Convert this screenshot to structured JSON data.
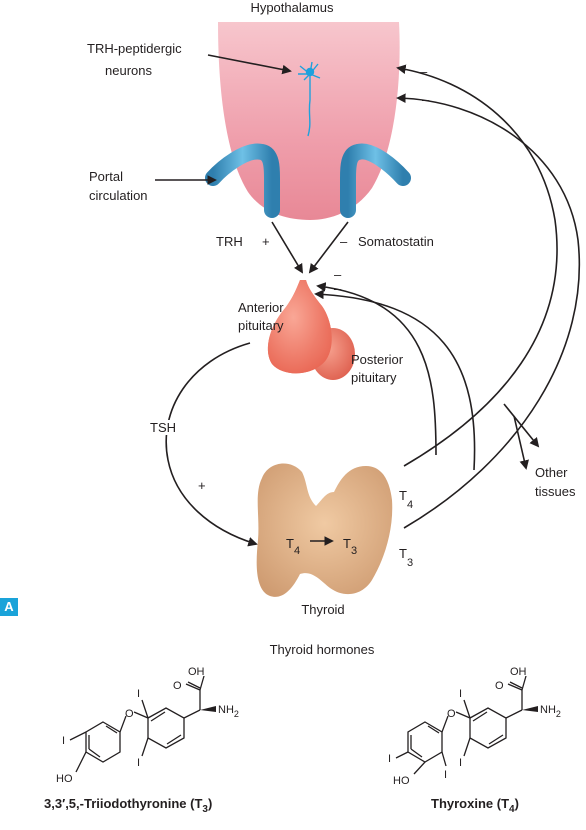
{
  "labels": {
    "hypothalamus": "Hypothalamus",
    "trh_neurons_1": "TRH-peptidergic",
    "trh_neurons_2": "neurons",
    "portal_1": "Portal",
    "portal_2": "circulation",
    "trh": "TRH",
    "plus_trh": "+",
    "minus_somato": "–",
    "somatostatin": "Somatostatin",
    "anterior_1": "Anterior",
    "anterior_2": "pituitary",
    "posterior_1": "Posterior",
    "posterior_2": "pituitary",
    "tsh": "TSH",
    "plus_tsh": "+",
    "t4_out": "T",
    "t4_out_sub": "4",
    "t3_out": "T",
    "t3_out_sub": "3",
    "other_1": "Other",
    "other_2": "tissues",
    "thyroid": "Thyroid",
    "t4_in": "T",
    "t4_in_sub": "4",
    "t3_in": "T",
    "t3_in_sub": "3",
    "minus_hyp_1": "–",
    "minus_hyp_2": "–",
    "minus_pit_1": "–",
    "minus_pit_2": "–",
    "panel": "A",
    "hormones_title": "Thyroid hormones"
  },
  "molecules": {
    "t3": {
      "name": "3,3′,5,-Triiodothyronine (T",
      "name_sub": "3",
      "name_end": ")",
      "oh": "OH",
      "o_acid": "O",
      "nh2": "NH",
      "nh2_sub": "2",
      "i_top": "I",
      "i_bottom": "I",
      "o_ether": "O",
      "i_left": "I",
      "ho": "HO"
    },
    "t4": {
      "name": "Thyroxine (T",
      "name_sub": "4",
      "name_end": ")",
      "oh": "OH",
      "o_acid": "O",
      "nh2": "NH",
      "nh2_sub": "2",
      "i_top": "I",
      "i_bottom": "I",
      "o_ether": "O",
      "i_left": "I",
      "i_right": "I",
      "ho": "HO"
    }
  },
  "colors": {
    "hypothalamus": "#f2a9b4",
    "portal": "#4a9fcb",
    "neuron": "#1ea1dd",
    "pituitary": "#f07a6a",
    "thyroid": "#ddb28a",
    "badge": "#1aa3d9"
  }
}
